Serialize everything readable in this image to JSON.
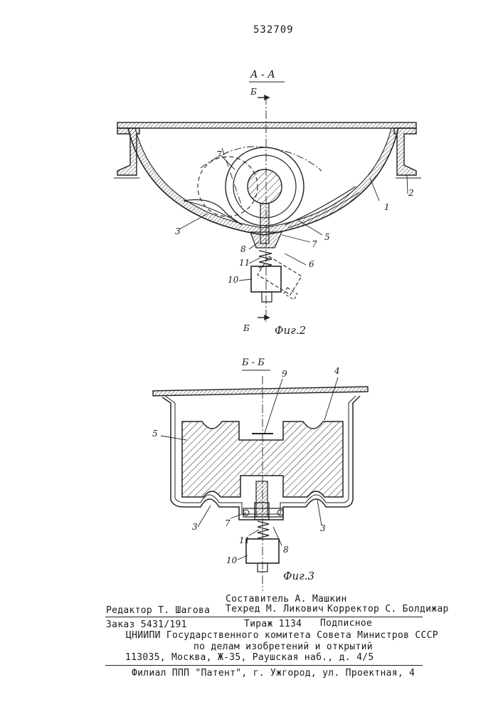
{
  "page_number": "532709",
  "fig2": {
    "section_title": "А - А",
    "cut_label_top": "Б",
    "cut_label_bottom": "Б",
    "caption": "Фиг.2",
    "labels": {
      "l1": "1",
      "l2": "2",
      "l3": "3",
      "l5": "5",
      "l6": "6",
      "l7": "7",
      "l8": "8",
      "l10": "10",
      "l11": "11"
    }
  },
  "fig3": {
    "section_title": "Б - Б",
    "caption": "Фиг.3",
    "labels": {
      "l3a": "3",
      "l3b": "3",
      "l4": "4",
      "l5": "5",
      "l7": "7",
      "l8": "8",
      "l9": "9",
      "l10": "10",
      "l11": "11"
    }
  },
  "imprint": {
    "compiler": "Составитель А. Машкин",
    "editor": "Редактор Т. Шагова",
    "techred": "Техред М. Ликович",
    "corrector": "Корректор С. Болдижар",
    "order": "Заказ 5431/191",
    "circulation": "Тираж 1134",
    "subscription": "Подписное",
    "org_line1": "ЦНИИПИ Государственного комитета Совета Министров СССР",
    "org_line2": "по делам изобретений и открытий",
    "address": "113035, Москва, Ж-35, Раушская наб., д. 4/5",
    "branch": "Филиал ППП \"Патент\", г. Ужгород, ул. Проектная, 4"
  }
}
